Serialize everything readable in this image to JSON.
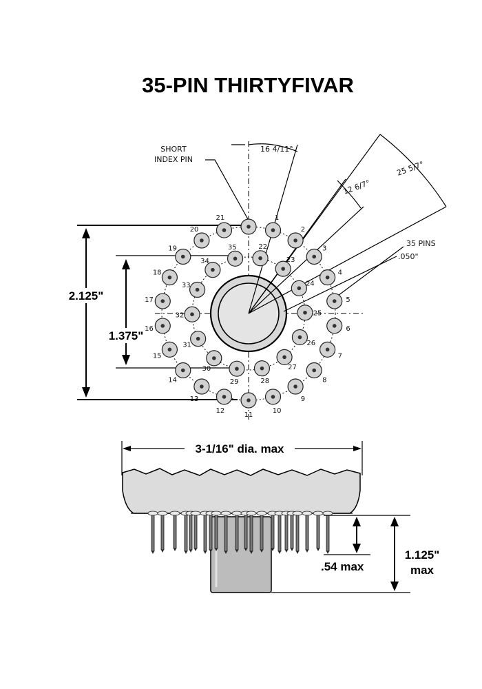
{
  "title": "35-PIN THIRTYFIVAR",
  "top_view": {
    "short_pin_label_line1": "SHORT",
    "short_pin_label_line2": "INDEX PIN",
    "angle_small": "16 4/11°",
    "angle_mid": "12 6/7°",
    "angle_large": "25 5/7°",
    "pins_label_line1": "35 PINS",
    "pins_label_line2": ".050\"",
    "outer_dim": "2.125\"",
    "inner_dim": "1.375\"",
    "outer_pins": [
      "1",
      "2",
      "3",
      "4",
      "5",
      "6",
      "7",
      "8",
      "9",
      "10",
      "11",
      "12",
      "13",
      "14",
      "15",
      "16",
      "17",
      "18",
      "19",
      "20",
      "21"
    ],
    "inner_pins": [
      "22",
      "23",
      "24",
      "25",
      "26",
      "27",
      "28",
      "29",
      "30",
      "31",
      "32",
      "33",
      "34",
      "35"
    ]
  },
  "side_view": {
    "diameter_label": "3-1/16\" dia. max",
    "pin_length_label": ".54 max",
    "height_label_line1": "1.125\"",
    "height_label_line2": "max"
  },
  "colors": {
    "ink": "#000000",
    "pin_fill": "#d2d2d2",
    "body_fill": "#dcdcdc"
  }
}
